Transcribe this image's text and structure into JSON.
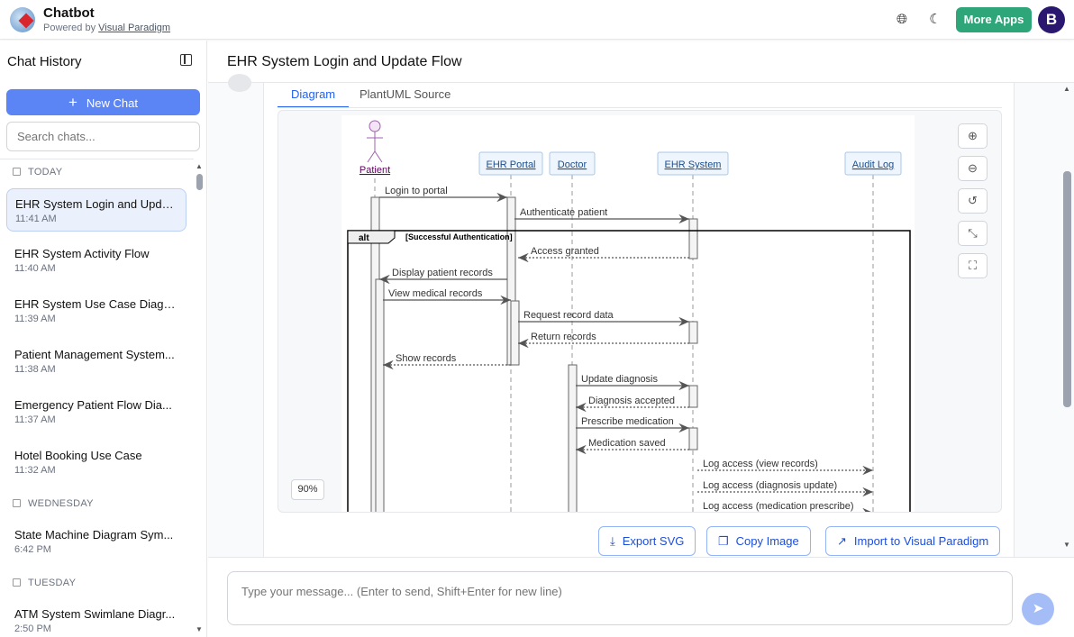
{
  "header": {
    "app_title": "Chatbot",
    "powered_prefix": "Powered by ",
    "powered_link": "Visual Paradigm",
    "more_apps": "More Apps",
    "avatar_letter": "B",
    "icons": [
      "globe-icon",
      "moon-icon"
    ]
  },
  "sidebar": {
    "title": "Chat History",
    "new_chat": "New Chat",
    "search_placeholder": "Search chats...",
    "groups": [
      {
        "label": "TODAY",
        "items": [
          {
            "title": "EHR System Login and Upda...",
            "time": "11:41 AM",
            "active": true
          },
          {
            "title": "EHR System Activity Flow",
            "time": "11:40 AM"
          },
          {
            "title": "EHR System Use Case Diagram",
            "time": "11:39 AM"
          },
          {
            "title": "Patient Management System...",
            "time": "11:38 AM"
          },
          {
            "title": "Emergency Patient Flow Dia...",
            "time": "11:37 AM"
          },
          {
            "title": "Hotel Booking Use Case",
            "time": "11:32 AM"
          }
        ]
      },
      {
        "label": "WEDNESDAY",
        "items": [
          {
            "title": "State Machine Diagram Sym...",
            "time": "6:42 PM"
          }
        ]
      },
      {
        "label": "TUESDAY",
        "items": [
          {
            "title": "ATM System Swimlane Diagr...",
            "time": "2:50 PM"
          }
        ]
      }
    ]
  },
  "main": {
    "title": "EHR System Login and Update Flow",
    "tabs": [
      {
        "label": "Diagram",
        "active": true
      },
      {
        "label": "PlantUML Source"
      }
    ],
    "zoom_level": "90%",
    "actions": {
      "export_svg": "Export SVG",
      "copy_image": "Copy Image",
      "import_vp": "Import to Visual Paradigm"
    },
    "message_placeholder": "Type your message... (Enter to send, Shift+Enter for new line)"
  },
  "diagram": {
    "participants": [
      {
        "name": "Patient",
        "kind": "actor"
      },
      {
        "name": "EHR Portal",
        "kind": "participant"
      },
      {
        "name": "Doctor",
        "kind": "participant"
      },
      {
        "name": "EHR System",
        "kind": "participant"
      },
      {
        "name": "Audit Log",
        "kind": "participant"
      }
    ],
    "fragment": {
      "kind": "alt",
      "guard": "[Successful Authentication]"
    },
    "messages": [
      {
        "from": "Patient",
        "to": "EHR Portal",
        "label": "Login to portal",
        "style": "sync"
      },
      {
        "from": "EHR Portal",
        "to": "EHR System",
        "label": "Authenticate patient",
        "style": "sync"
      },
      {
        "from": "EHR System",
        "to": "EHR Portal",
        "label": "Access granted",
        "style": "return"
      },
      {
        "from": "EHR Portal",
        "to": "Patient",
        "label": "Display patient records",
        "style": "sync"
      },
      {
        "from": "Patient",
        "to": "EHR Portal",
        "label": "View medical records",
        "style": "sync"
      },
      {
        "from": "EHR Portal",
        "to": "EHR System",
        "label": "Request record data",
        "style": "sync"
      },
      {
        "from": "EHR System",
        "to": "EHR Portal",
        "label": "Return records",
        "style": "return"
      },
      {
        "from": "EHR Portal",
        "to": "Patient",
        "label": "Show records",
        "style": "return"
      },
      {
        "from": "Doctor",
        "to": "EHR System",
        "label": "Update diagnosis",
        "style": "sync"
      },
      {
        "from": "EHR System",
        "to": "Doctor",
        "label": "Diagnosis accepted",
        "style": "return"
      },
      {
        "from": "Doctor",
        "to": "EHR System",
        "label": "Prescribe medication",
        "style": "sync"
      },
      {
        "from": "EHR System",
        "to": "Doctor",
        "label": "Medication saved",
        "style": "return"
      },
      {
        "from": "EHR System",
        "to": "Audit Log",
        "label": "Log access (view records)",
        "style": "async"
      },
      {
        "from": "EHR System",
        "to": "Audit Log",
        "label": "Log access (diagnosis update)",
        "style": "async"
      },
      {
        "from": "EHR System",
        "to": "Audit Log",
        "label": "Log access (medication prescribe)",
        "style": "async"
      }
    ]
  }
}
